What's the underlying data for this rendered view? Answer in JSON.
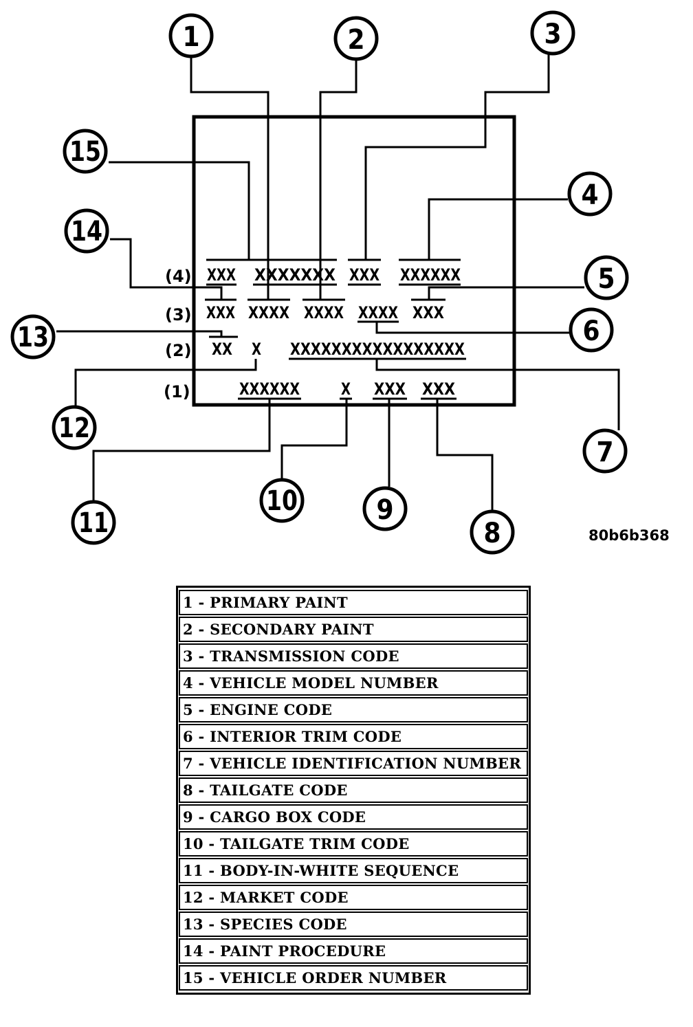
{
  "figure_id": "80b6b368",
  "row_labels": [
    "(4)",
    "(3)",
    "(2)",
    "(1)"
  ],
  "codes": {
    "r4": [
      "XXX",
      "XXXXXXX",
      "XXX",
      "XXXXXX"
    ],
    "r3": [
      "XXX",
      "XXXX",
      "XXXX",
      "XXXX",
      "XXX"
    ],
    "r2": [
      "XX",
      "X",
      "XXXXXXXXXXXXXXXXX"
    ],
    "r1": [
      "XXXXXX",
      "X",
      "XXX",
      "XXX"
    ]
  },
  "callouts": [
    "1",
    "2",
    "3",
    "4",
    "5",
    "6",
    "7",
    "8",
    "9",
    "10",
    "11",
    "12",
    "13",
    "14",
    "15"
  ],
  "legend": [
    "1 - PRIMARY PAINT",
    "2 - SECONDARY PAINT",
    "3 - TRANSMISSION CODE",
    "4 - VEHICLE MODEL NUMBER",
    "5 - ENGINE CODE",
    "6 - INTERIOR TRIM CODE",
    "7 - VEHICLE IDENTIFICATION NUMBER",
    "8 - TAILGATE CODE",
    "9 - CARGO BOX CODE",
    "10 - TAILGATE TRIM CODE",
    "11 - BODY-IN-WHITE SEQUENCE",
    "12 - MARKET CODE",
    "13 - SPECIES CODE",
    "14 - PAINT PROCEDURE",
    "15 - VEHICLE ORDER NUMBER"
  ]
}
